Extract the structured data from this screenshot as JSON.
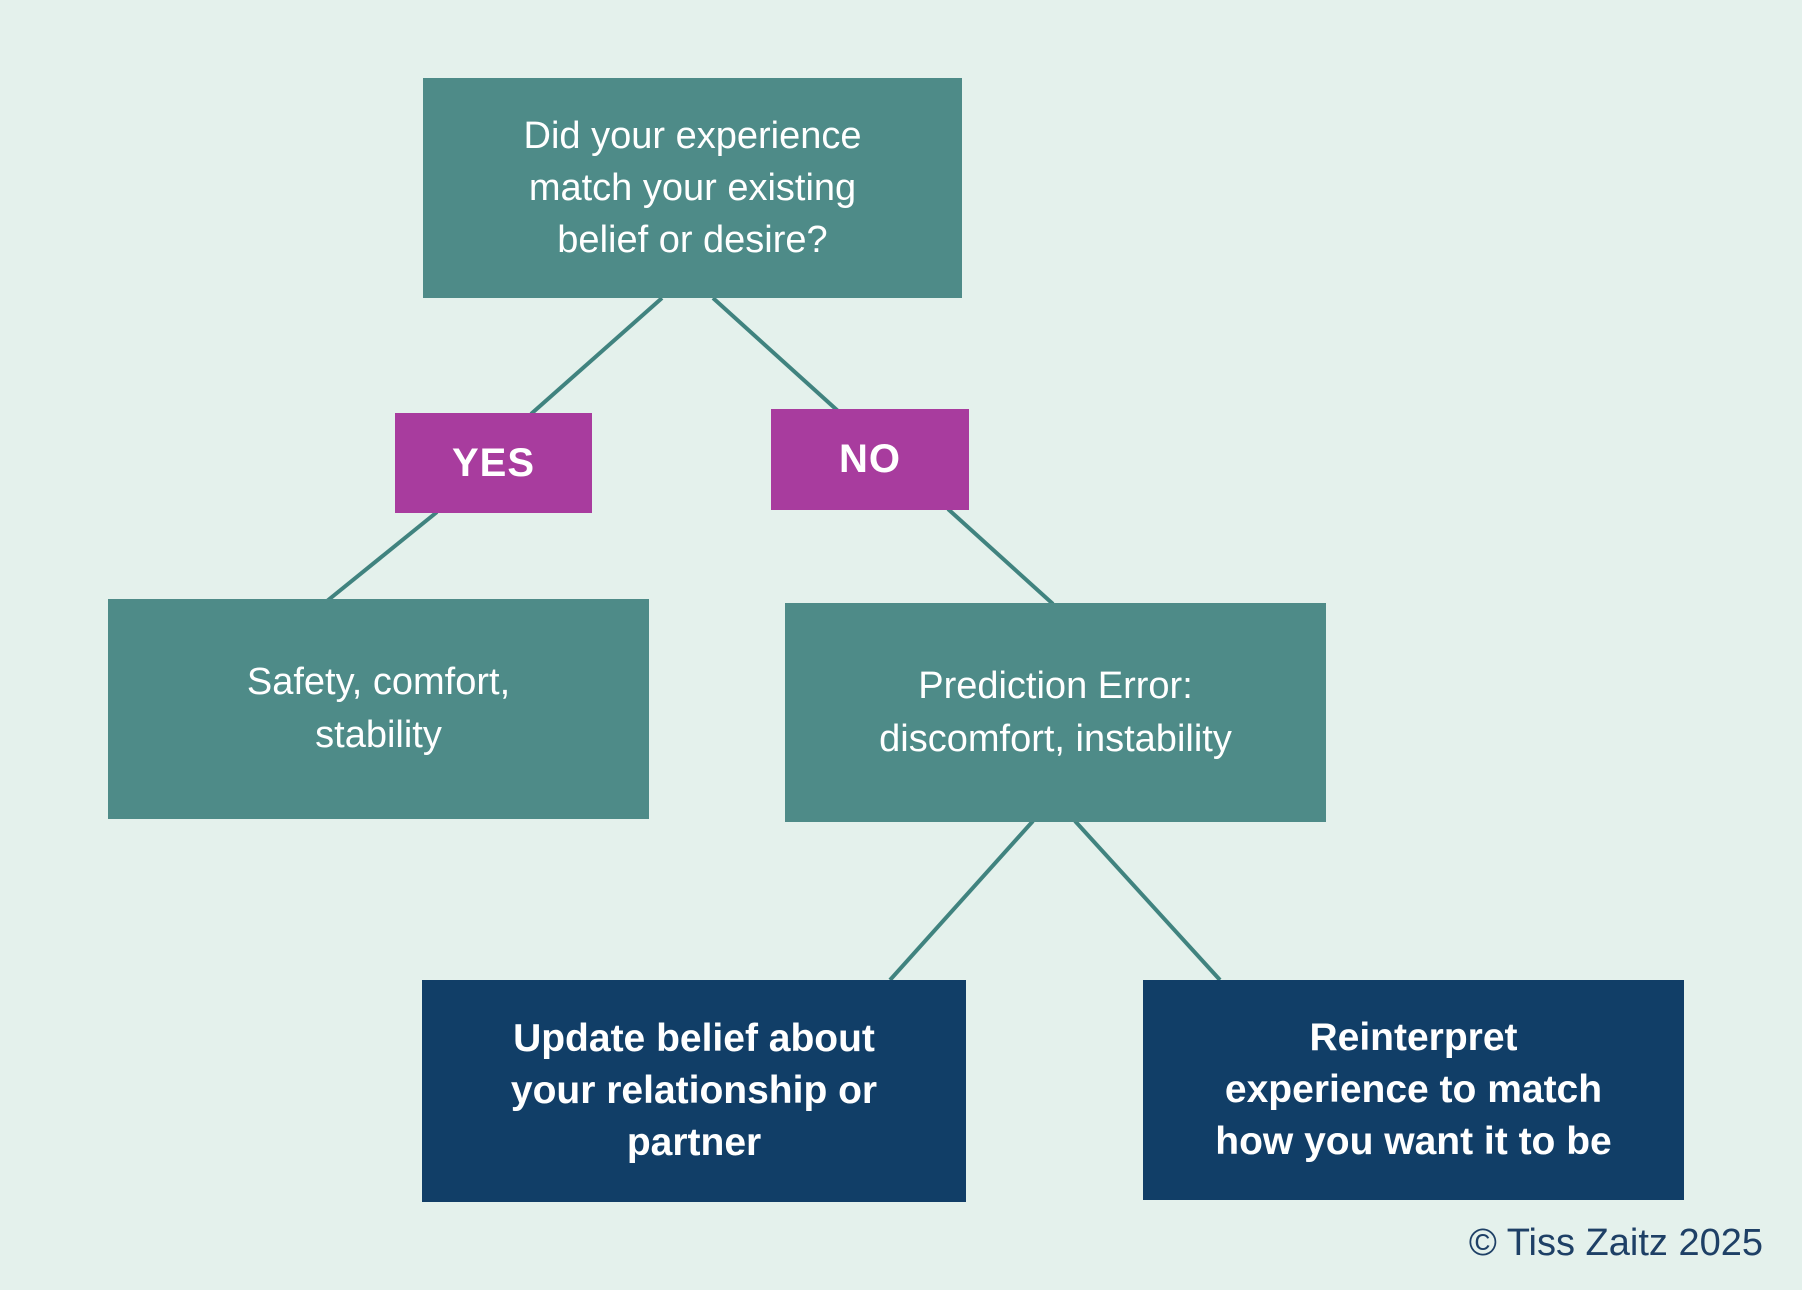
{
  "colors": {
    "background": "#e4f1ec",
    "teal_box": "#4e8b88",
    "magenta_box": "#a83c9e",
    "navy_box": "#113e67",
    "connector_line": "#40837f",
    "box_text": "#ffffff",
    "copyright_text": "#1e4066"
  },
  "diagram": {
    "type": "decision-tree-flowchart",
    "nodes": {
      "root": {
        "text": "Did your experience\nmatch your existing\nbelief or desire?"
      },
      "yes": {
        "label": "YES"
      },
      "no": {
        "label": "NO"
      },
      "yes_outcome": {
        "text": "Safety, comfort,\nstability"
      },
      "no_outcome": {
        "text": "Prediction Error:\ndiscomfort, instability"
      },
      "update": {
        "text": "Update belief about\nyour relationship or\npartner"
      },
      "reinterpret": {
        "text": "Reinterpret\nexperience to match\nhow you want it to be"
      }
    },
    "edges": [
      {
        "from": "root",
        "to": "yes"
      },
      {
        "from": "root",
        "to": "no"
      },
      {
        "from": "yes",
        "to": "yes_outcome"
      },
      {
        "from": "no",
        "to": "no_outcome"
      },
      {
        "from": "no_outcome",
        "to": "update"
      },
      {
        "from": "no_outcome",
        "to": "reinterpret"
      }
    ]
  },
  "footer": {
    "copyright": "© Tiss Zaitz 2025"
  }
}
